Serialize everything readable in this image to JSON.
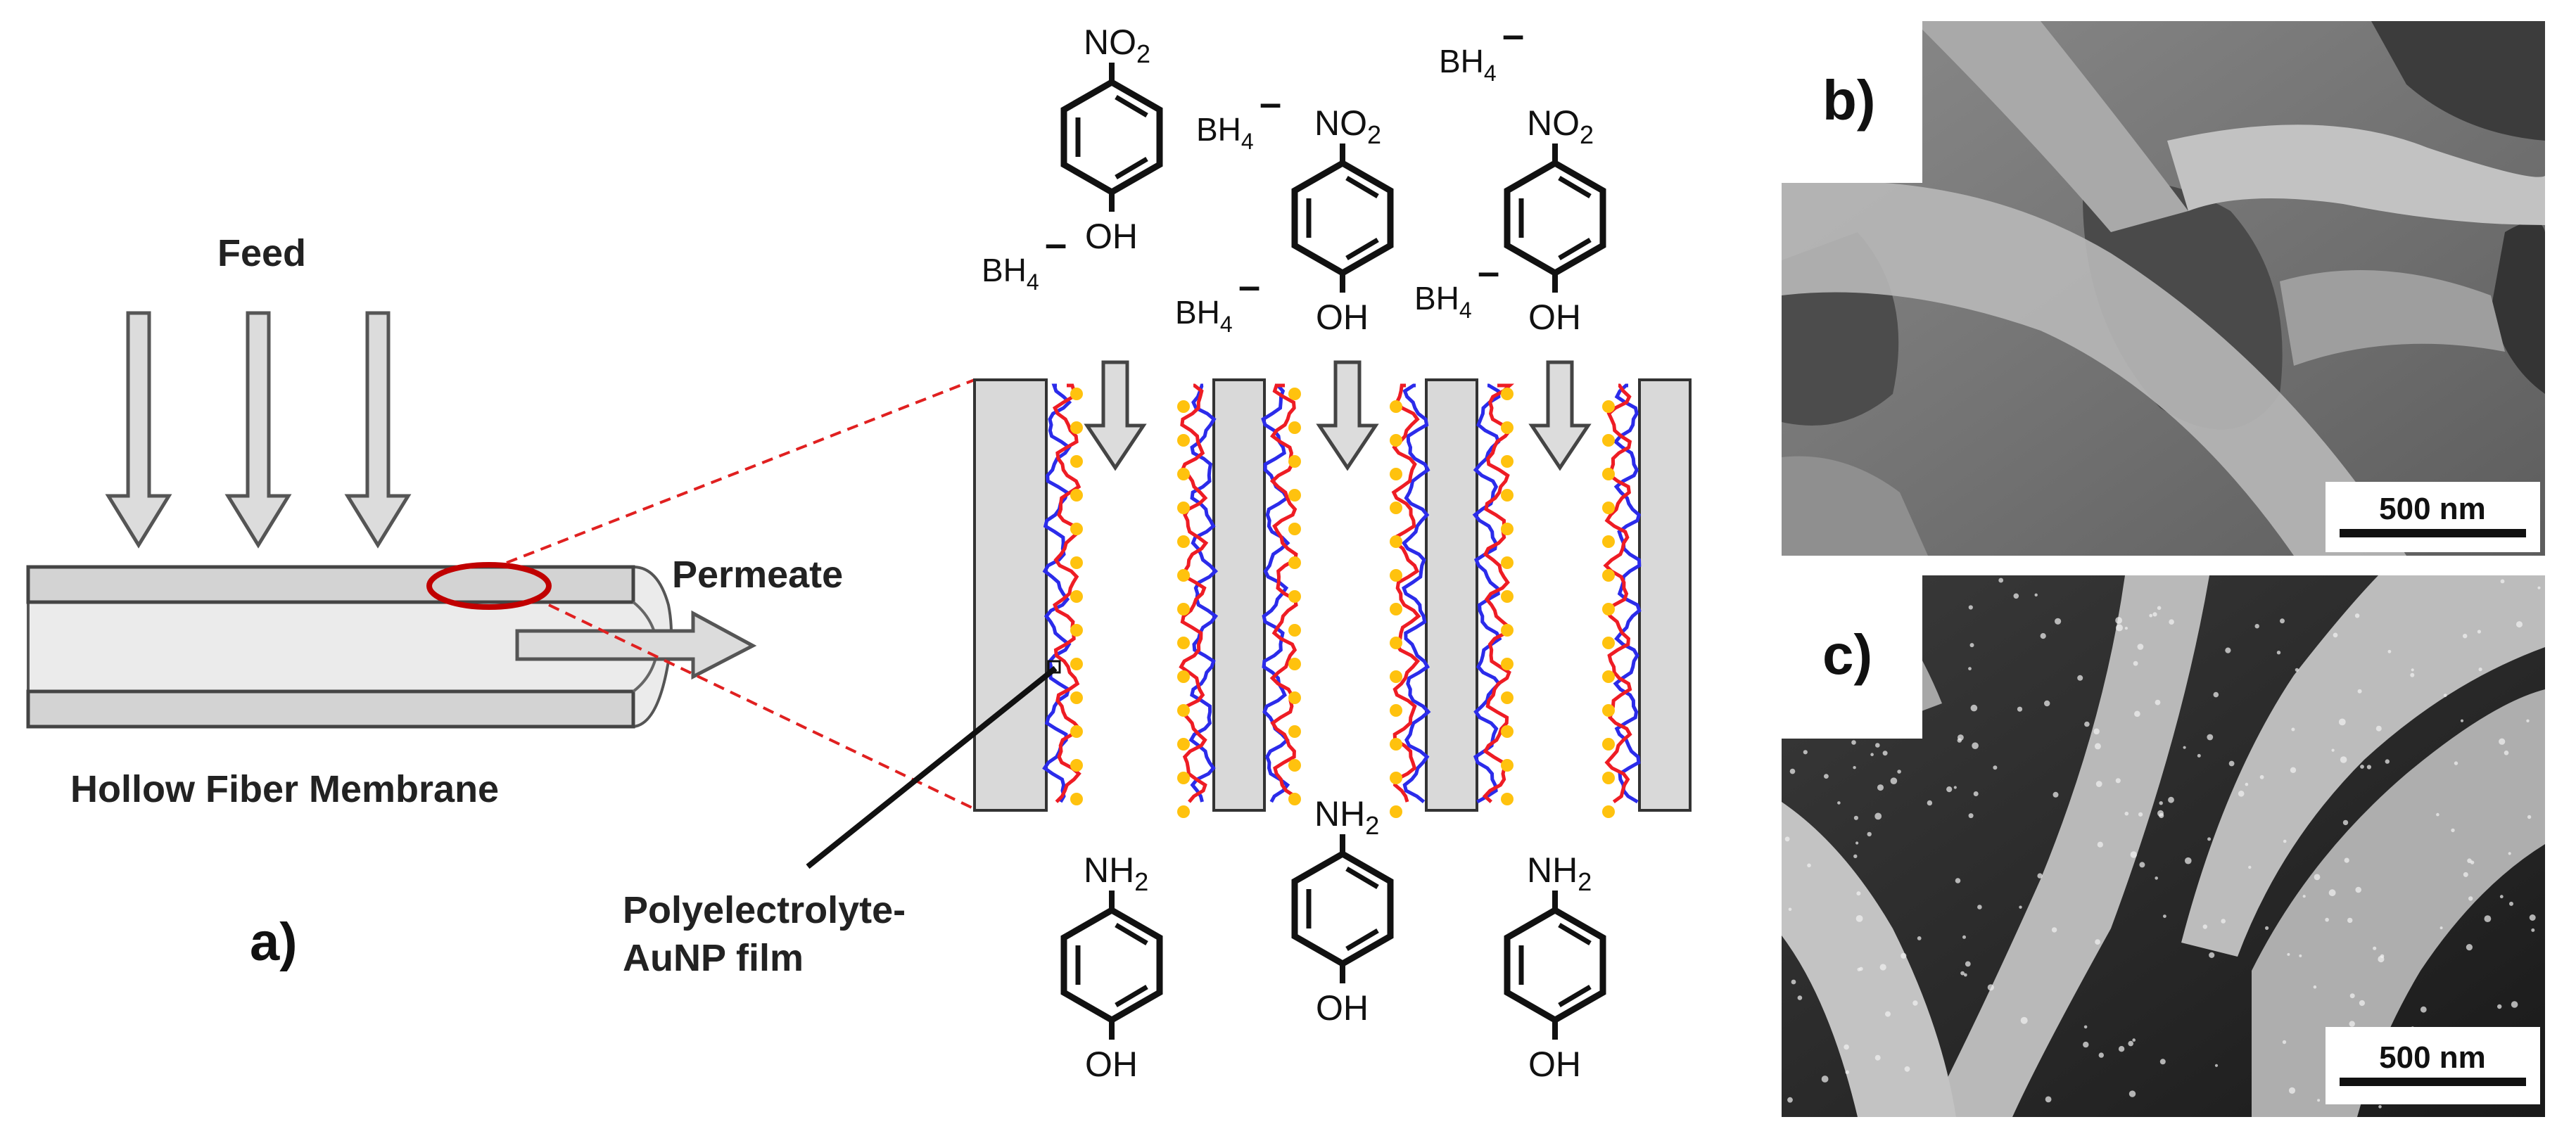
{
  "panel_a": {
    "feed_label": "Feed",
    "permeate_label": "Permeate",
    "membrane_label": "Hollow Fiber Membrane",
    "film_label_line1": "Polyelectrolyte-",
    "film_label_line2": "AuNP film",
    "panel_label": "a)"
  },
  "chem": {
    "no2": "NO",
    "no2_sub": "2",
    "nh2": "NH",
    "nh2_sub": "2",
    "oh": "OH",
    "bh4": "BH",
    "bh4_sub": "4",
    "bh4_charge": "–"
  },
  "panel_b": {
    "panel_label": "b)",
    "scale_bar": "500 nm"
  },
  "panel_c": {
    "panel_label": "c)",
    "scale_bar": "500 nm"
  },
  "colors": {
    "fill_gray": "#d9d9d9",
    "polymer_red": "#ee1c24",
    "polymer_blue": "#2b2bea",
    "gold": "#ffc20e",
    "highlight_red": "#c00000"
  }
}
